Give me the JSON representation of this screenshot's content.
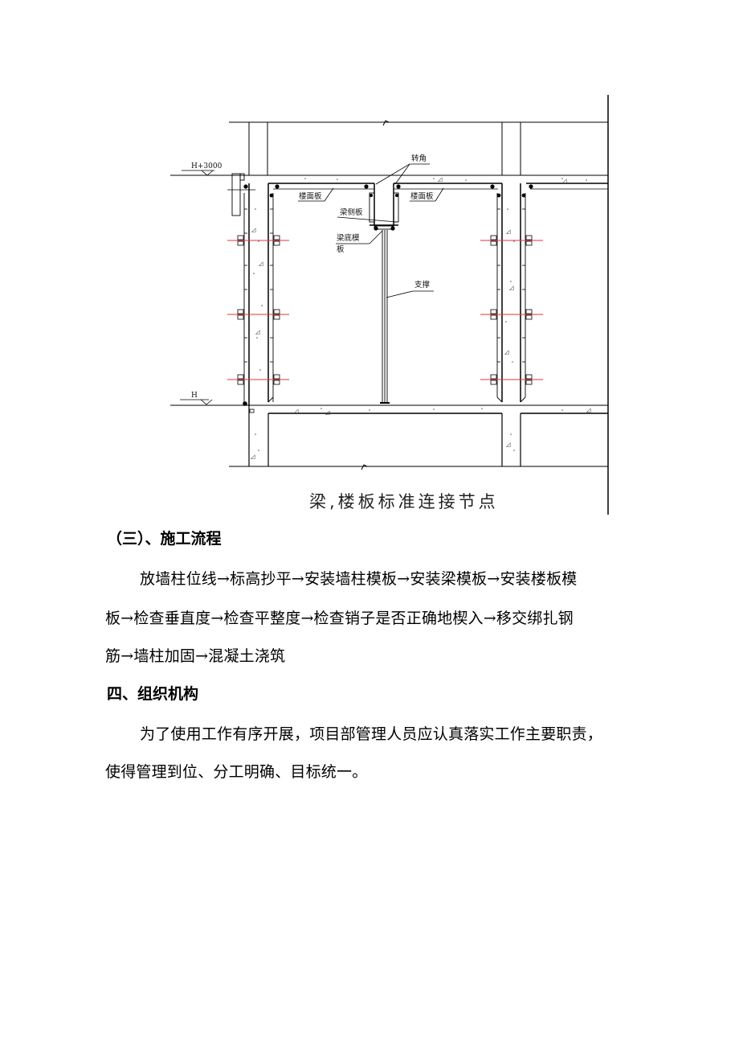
{
  "figure": {
    "caption": "梁,楼板标准连接节点",
    "labels": {
      "elevation_top": "H+3000",
      "elevation_bottom": "H",
      "corner": "转角",
      "floor_slab_left": "楼面板",
      "floor_slab_right": "楼面板",
      "beam_side_board": "梁侧板",
      "beam_bottom_board_line1": "梁底模",
      "beam_bottom_board_line2": "板",
      "support": "支撑"
    },
    "colors": {
      "line": "#000000",
      "tie_bar": "#e8323c",
      "concrete_dot": "#555555"
    }
  },
  "section_3": {
    "heading": "（三）、施工流程",
    "paragraph_lines": [
      "放墙柱位线→标高抄平→安装墙柱模板→安装梁模板→安装楼板模",
      "板→检查垂直度→检查平整度→检查销子是否正确地楔入→移交绑扎钢",
      "筋→墙柱加固→混凝土浇筑"
    ]
  },
  "section_4": {
    "heading": "四、组织机构",
    "paragraph_lines": [
      "为了使用工作有序开展，项目部管理人员应认真落实工作主要职责，",
      "使得管理到位、分工明确、目标统一。"
    ]
  }
}
